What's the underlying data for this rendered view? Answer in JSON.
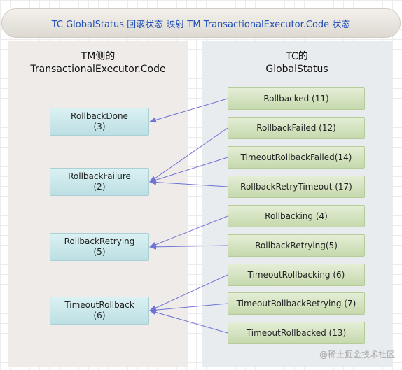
{
  "title": "TC GlobalStatus 回滚状态 映射 TM TransactionalExecutor.Code 状态",
  "left_panel": {
    "title_line1": "TM侧的",
    "title_line2": "TransactionalExecutor.Code"
  },
  "right_panel": {
    "title_line1": "TC的",
    "title_line2": "GlobalStatus"
  },
  "tm_codes": [
    {
      "name": "RollbackDone",
      "code": "(3)"
    },
    {
      "name": "RollbackFailure",
      "code": "(2)"
    },
    {
      "name": "RollbackRetrying",
      "code": "(5)"
    },
    {
      "name": "TimeoutRollback",
      "code": "(6)"
    }
  ],
  "tc_statuses": [
    {
      "label": "Rollbacked (11)",
      "maps_to": 0
    },
    {
      "label": "RollbackFailed (12)",
      "maps_to": 1
    },
    {
      "label": "TimeoutRollbackFailed(14)",
      "maps_to": 1
    },
    {
      "label": "RollbackRetryTimeout (17)",
      "maps_to": 1
    },
    {
      "label": "Rollbacking (4)",
      "maps_to": 2
    },
    {
      "label": "RollbackRetrying(5)",
      "maps_to": 2
    },
    {
      "label": "TimeoutRollbacking (6)",
      "maps_to": 3
    },
    {
      "label": "TimeoutRollbackRetrying (7)",
      "maps_to": 3
    },
    {
      "label": "TimeoutRollbacked (13)",
      "maps_to": 3
    }
  ],
  "watermark": "@稀土掘金技术社区",
  "colors": {
    "arrow": "#6f73d6",
    "title_text": "#2150b8"
  }
}
